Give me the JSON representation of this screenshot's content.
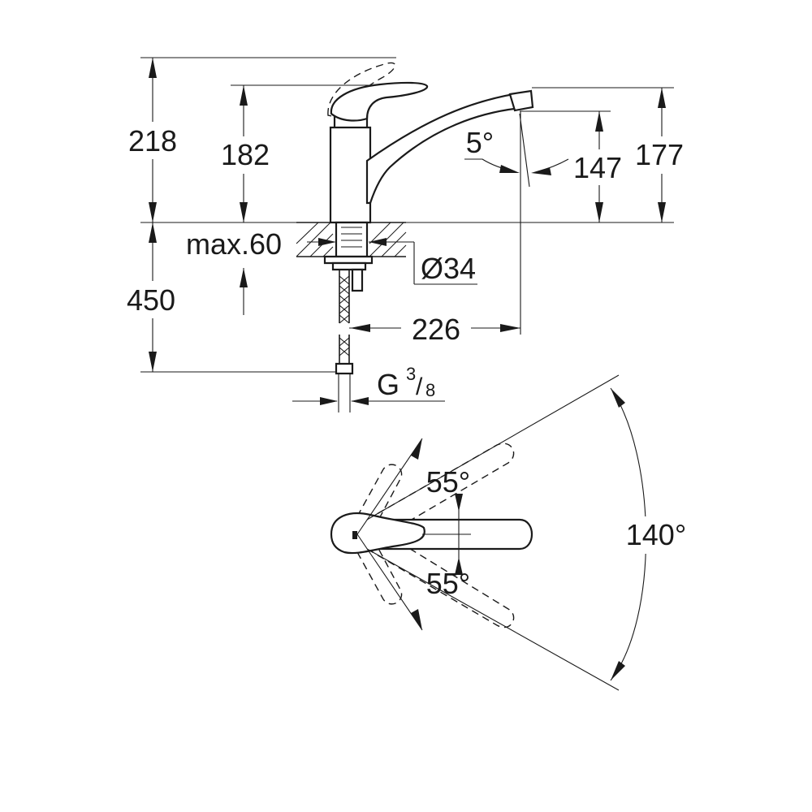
{
  "dimensions": {
    "overall_height": "218",
    "handle_height": "182",
    "spout_height": "177",
    "outlet_height": "147",
    "spout_tilt": "5°",
    "deck_thickness": "max.60",
    "hole_diameter": "Ø34",
    "hose_length": "450",
    "reach": "226",
    "connection_base": "G",
    "connection_num": "3",
    "connection_den": "8"
  },
  "rotation": {
    "handle_up": "55°",
    "handle_down": "55°",
    "spout_swivel": "140°"
  }
}
